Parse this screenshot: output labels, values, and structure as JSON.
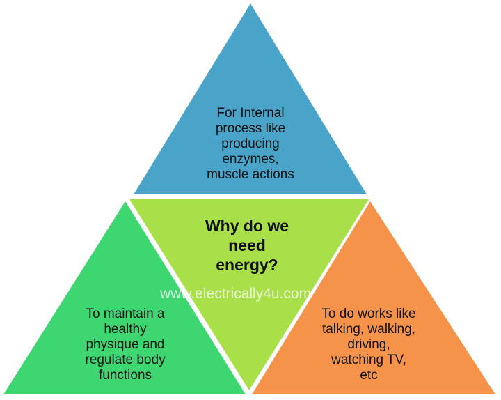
{
  "colors": {
    "top": "#4aa3c8",
    "left": "#3ed671",
    "center": "#a9df49",
    "right": "#f5934a"
  },
  "center": {
    "title_lines": [
      "Why do we",
      "need",
      "energy?"
    ]
  },
  "top": {
    "lines": [
      "For Internal",
      "process like",
      "producing",
      "enzymes,",
      "muscle actions"
    ]
  },
  "left": {
    "lines": [
      "To maintain a",
      "healthy",
      "physique and",
      "regulate body",
      "functions"
    ]
  },
  "right": {
    "lines": [
      "To do works like",
      "talking, walking,",
      "driving,",
      "watching TV,",
      "etc"
    ]
  },
  "watermark": "www.electrically4u.com"
}
